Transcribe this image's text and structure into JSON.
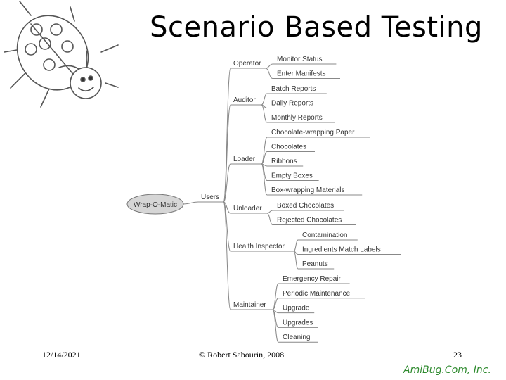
{
  "title": "Scenario Based Testing",
  "mindmap": {
    "root": "Wrap-O-Matic",
    "hub": "Users",
    "branches": [
      {
        "label": "Operator",
        "children": [
          "Monitor Status",
          "Enter Manifests"
        ]
      },
      {
        "label": "Auditor",
        "children": [
          "Batch Reports",
          "Daily Reports",
          "Monthly Reports"
        ]
      },
      {
        "label": "Loader",
        "children": [
          "Chocolate-wrapping Paper",
          "Chocolates",
          "Ribbons",
          "Empty Boxes",
          "Box-wrapping Materials"
        ]
      },
      {
        "label": "Unloader",
        "children": [
          "Boxed Chocolates",
          "Rejected Chocolates"
        ]
      },
      {
        "label": "Health Inspector",
        "children": [
          "Contamination",
          "Ingredients Match Labels",
          "Peanuts"
        ]
      },
      {
        "label": "Maintainer",
        "children": [
          "Emergency Repair",
          "Periodic Maintenance",
          "Upgrade",
          "Upgrades",
          "Cleaning"
        ]
      }
    ]
  },
  "footer": {
    "date": "12/14/2021",
    "copyright": "© Robert Sabourin, 2008",
    "page": "23",
    "brand": "AmiBug.Com, Inc."
  }
}
